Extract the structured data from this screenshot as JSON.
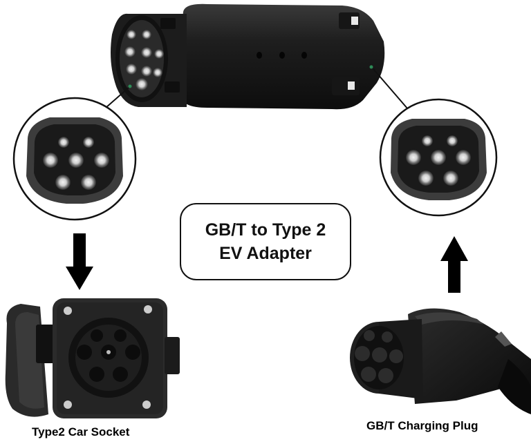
{
  "title": {
    "line1": "GB/T to Type 2",
    "line2": "EV Adapter"
  },
  "captions": {
    "left": "Type2 Car Socket",
    "right": "GB/T Charging Plug"
  },
  "colors": {
    "background": "#ffffff",
    "body": "#1a1a1a",
    "pin_ring": "#9a9a9a",
    "pin_tip": "#e8e8e8",
    "indicator": "#2e8b57"
  }
}
